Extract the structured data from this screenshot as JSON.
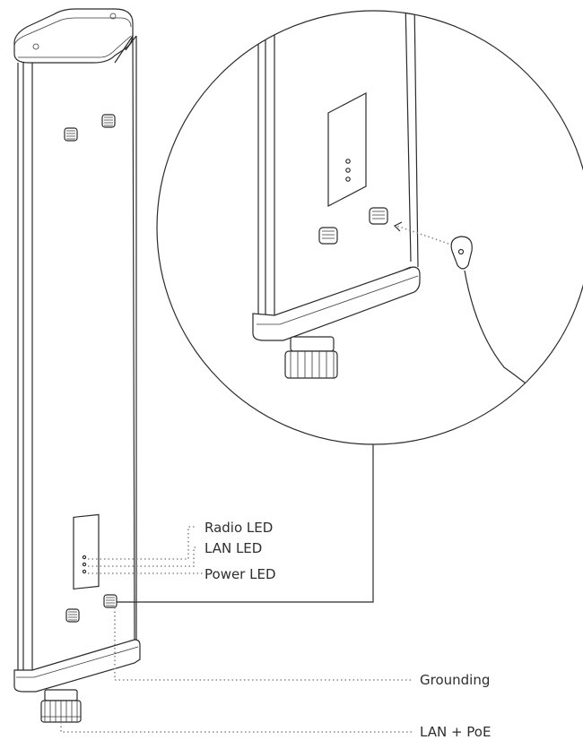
{
  "labels": {
    "radio_led": "Radio LED",
    "lan_led": "LAN LED",
    "power_led": "Power LED",
    "grounding": "Grounding",
    "lan_poe": "LAN + PoE"
  },
  "colors": {
    "line": "#2b2b2b",
    "leader": "#8a8a8a",
    "text": "#2e2e2e"
  }
}
